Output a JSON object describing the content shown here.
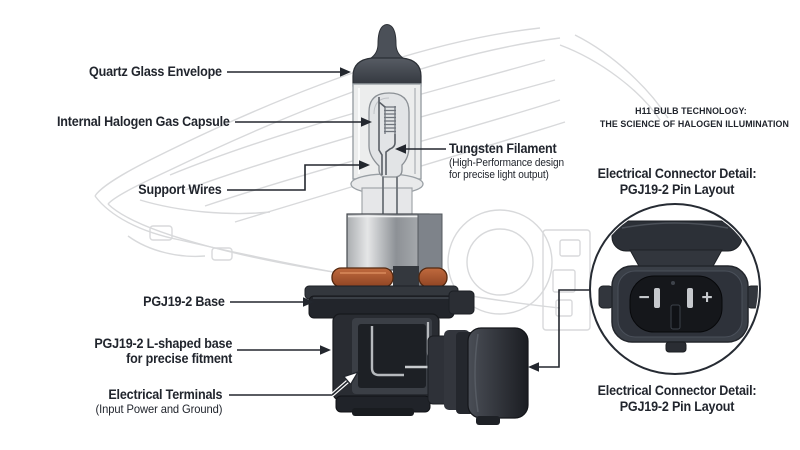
{
  "title": {
    "line1": "H11 BULB TECHNOLOGY:",
    "line2": "THE SCIENCE OF HALOGEN ILLUMINATION"
  },
  "labels": {
    "quartz": "Quartz Glass Envelope",
    "capsule": "Internal Halogen Gas Capsule",
    "support": "Support Wires",
    "filament": {
      "main": "Tungsten Filament",
      "sub1": "(High-Performance design",
      "sub2": "for precise light output)"
    },
    "base": "PGJ19-2 Base",
    "lshape": {
      "line1": "PGJ19-2 L-shaped base",
      "line2": "for precise fitment"
    },
    "terminals": {
      "line1": "Electrical Terminals",
      "line2": "(Input Power and Ground)"
    }
  },
  "connector_detail": {
    "caption_top": {
      "line1": "Electrical Connector Detail:",
      "line2": "PGJ19-2 Pin Layout"
    },
    "caption_bottom": {
      "line1": "Electrical Connector Detail:",
      "line2": "PGJ19-2 Pin Layout"
    },
    "minus_symbol": "−",
    "plus_symbol": "+"
  },
  "colors": {
    "text": "#21252d",
    "leader_line": "#23272e",
    "sketch_line": "#d8d9db",
    "bulb_body_dark": "#26292e",
    "glass": "#eceded",
    "metal_collar": "#c7c9cc",
    "o_ring_orange": "#a8532e",
    "pin_light": "#c6c9cd",
    "background": "#ffffff"
  }
}
